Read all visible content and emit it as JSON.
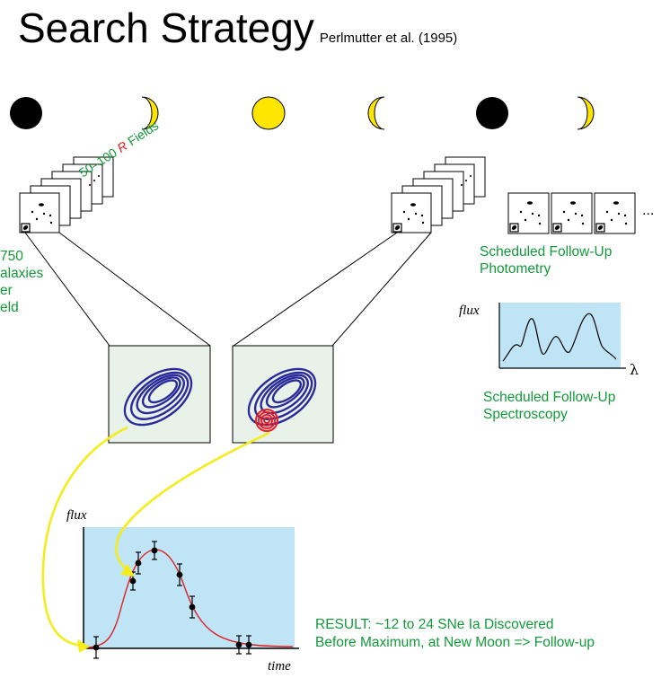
{
  "title": "Search Strategy",
  "citation": "Perlmutter et al. (1995)",
  "fields_label": {
    "prefix": "50–100 ",
    "band": "R",
    "suffix": " Fields"
  },
  "left_galaxy_label": [
    "750",
    "alaxies",
    "er",
    "eld"
  ],
  "followup_photometry": [
    "Scheduled Follow-Up",
    "Photometry"
  ],
  "followup_spectroscopy": [
    "Scheduled Follow-Up",
    "Spectroscopy"
  ],
  "spectrum_plot": {
    "ylabel": "flux",
    "xlabel": "λ"
  },
  "lightcurve_plot": {
    "ylabel": "flux",
    "xlabel": "time"
  },
  "ellipsis": "...",
  "result": [
    "RESULT:  ~12 to 24 SNe Ia Discovered",
    "Before Maximum, at New Moon => Follow-up"
  ],
  "moon_phases": [
    "new",
    "first-quarter-crescent",
    "full",
    "last-quarter-crescent",
    "new",
    "first-quarter-crescent"
  ],
  "colors": {
    "accent_green": "#129a3a",
    "plot_bg": "#bfe4f5",
    "moon": "#ffe600",
    "galaxy": "#2a2a9a",
    "supernova": "#e8202a",
    "arrow": "#f5ec1c",
    "curve": "#e02020"
  }
}
